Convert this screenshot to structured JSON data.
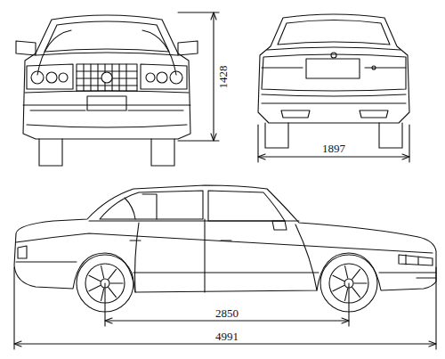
{
  "diagram": {
    "labels": [
      "1428",
      "1897",
      "2850",
      "4991"
    ]
  }
}
